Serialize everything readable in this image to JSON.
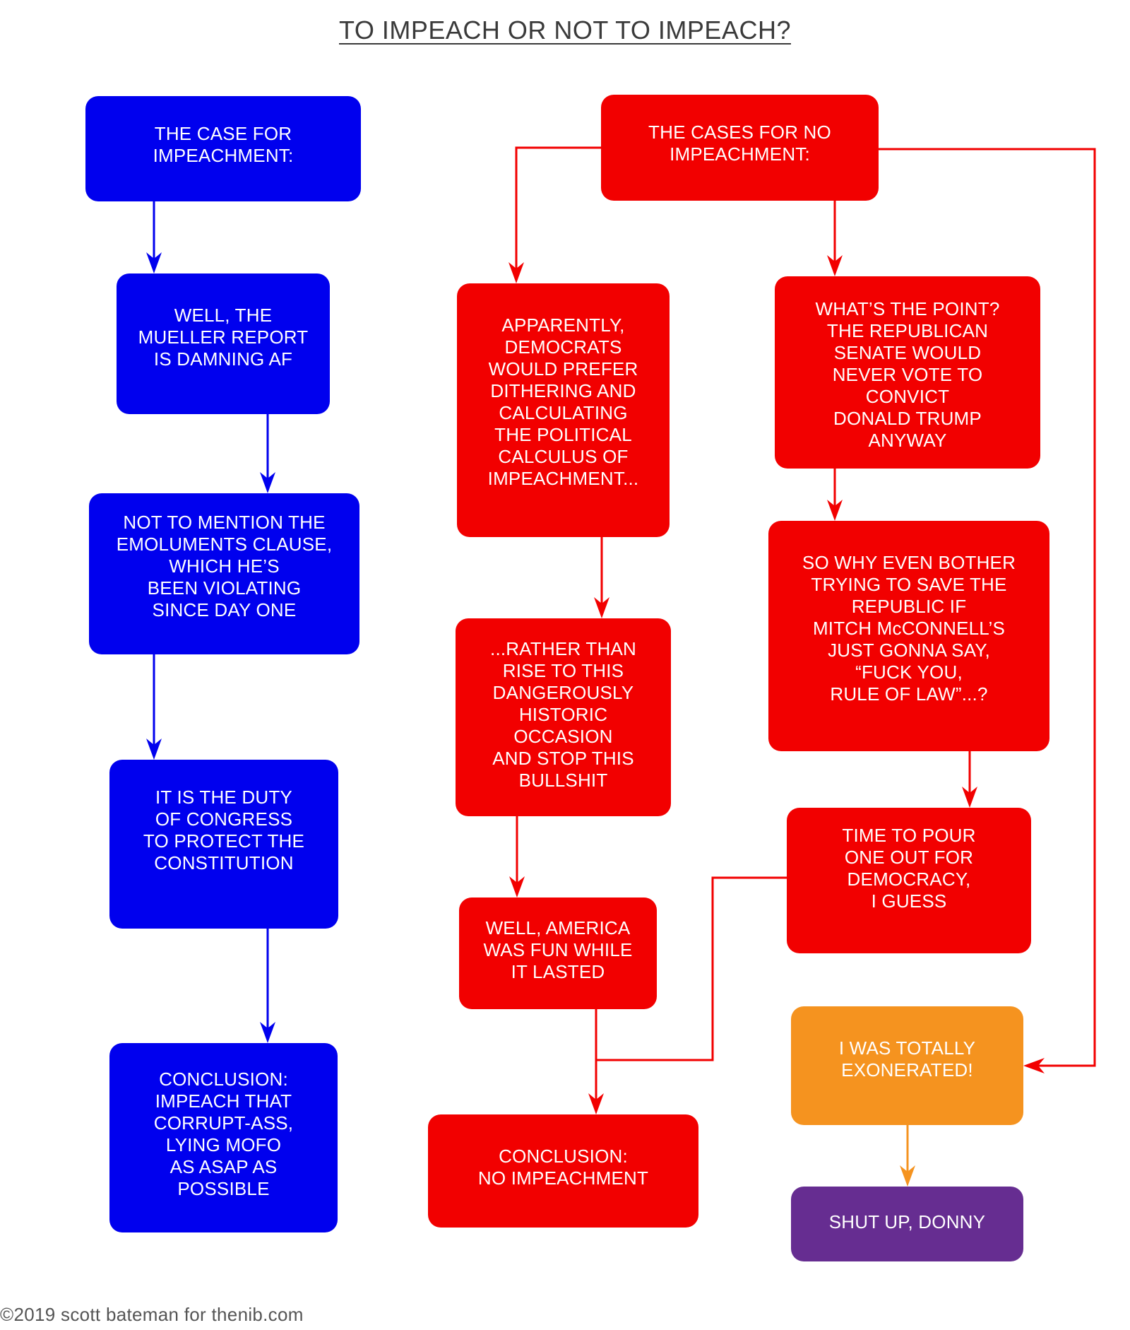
{
  "title": "TO IMPEACH OR NOT TO IMPEACH?",
  "credit": "©2019 scott bateman for thenib.com",
  "colors": {
    "for_impeachment": "#0000ee",
    "no_impeachment": "#f20000",
    "exonerated": "#f5931f",
    "shut_up": "#662d91",
    "text": "#ffffff"
  },
  "nodes": {
    "case_for": {
      "lines": [
        "THE CASE FOR",
        "IMPEACHMENT:"
      ]
    },
    "mueller": {
      "lines": [
        "WELL, THE",
        "MUELLER REPORT",
        "IS DAMNING AF"
      ]
    },
    "emoluments": {
      "lines": [
        "NOT TO MENTION THE",
        "EMOLUMENTS CLAUSE,",
        "WHICH HE’S",
        "BEEN VIOLATING",
        "SINCE DAY ONE"
      ]
    },
    "duty": {
      "lines": [
        "IT IS THE DUTY",
        "OF CONGRESS",
        "TO PROTECT THE",
        "CONSTITUTION"
      ]
    },
    "conclusion_for": {
      "lines": [
        "CONCLUSION:",
        "IMPEACH THAT",
        "CORRUPT-ASS,",
        "LYING MOFO",
        "AS ASAP AS",
        "POSSIBLE"
      ]
    },
    "cases_no": {
      "lines": [
        "THE CASES FOR NO",
        "IMPEACHMENT:"
      ]
    },
    "apparently": {
      "lines": [
        "APPARENTLY,",
        "DEMOCRATS",
        "WOULD PREFER",
        "DITHERING AND",
        "CALCULATING",
        "THE POLITICAL",
        "CALCULUS OF",
        "IMPEACHMENT..."
      ]
    },
    "rather_than": {
      "lines": [
        "...RATHER THAN",
        "RISE TO THIS",
        "DANGEROUSLY",
        "HISTORIC",
        "OCCASION",
        "AND STOP THIS",
        "BULLSHIT"
      ]
    },
    "america_fun": {
      "lines": [
        "WELL, AMERICA",
        "WAS FUN WHILE",
        "IT LASTED"
      ]
    },
    "conclusion_no": {
      "lines": [
        "CONCLUSION:",
        "NO IMPEACHMENT"
      ]
    },
    "whats_point": {
      "lines": [
        "WHAT’S THE POINT?",
        "THE REPUBLICAN",
        "SENATE WOULD",
        "NEVER VOTE TO",
        "CONVICT",
        "DONALD TRUMP",
        "ANYWAY"
      ]
    },
    "why_bother": {
      "lines": [
        "SO WHY EVEN BOTHER",
        "TRYING TO SAVE THE",
        "REPUBLIC IF",
        "MITCH McCONNELL’S",
        "JUST GONNA SAY,",
        "“FUCK YOU,",
        "RULE OF LAW”...?"
      ]
    },
    "pour_one_out": {
      "lines": [
        "TIME TO POUR",
        "ONE OUT FOR",
        "DEMOCRACY,",
        "I GUESS"
      ]
    },
    "exonerated": {
      "lines": [
        "I WAS TOTALLY",
        "EXONERATED!"
      ]
    },
    "shut_up": {
      "lines": [
        "SHUT UP, DONNY"
      ]
    }
  },
  "edges": [
    {
      "from": "case_for",
      "to": "mueller",
      "color_key": "for_impeachment"
    },
    {
      "from": "mueller",
      "to": "emoluments",
      "color_key": "for_impeachment"
    },
    {
      "from": "emoluments",
      "to": "duty",
      "color_key": "for_impeachment"
    },
    {
      "from": "duty",
      "to": "conclusion_for",
      "color_key": "for_impeachment"
    },
    {
      "from": "cases_no",
      "to": "apparently",
      "color_key": "no_impeachment"
    },
    {
      "from": "cases_no",
      "to": "whats_point",
      "color_key": "no_impeachment"
    },
    {
      "from": "cases_no",
      "to": "exonerated",
      "color_key": "no_impeachment"
    },
    {
      "from": "apparently",
      "to": "rather_than",
      "color_key": "no_impeachment"
    },
    {
      "from": "rather_than",
      "to": "america_fun",
      "color_key": "no_impeachment"
    },
    {
      "from": "america_fun",
      "to": "conclusion_no",
      "color_key": "no_impeachment"
    },
    {
      "from": "whats_point",
      "to": "why_bother",
      "color_key": "no_impeachment"
    },
    {
      "from": "why_bother",
      "to": "pour_one_out",
      "color_key": "no_impeachment"
    },
    {
      "from": "pour_one_out",
      "to": "conclusion_no",
      "color_key": "no_impeachment"
    },
    {
      "from": "exonerated",
      "to": "shut_up",
      "color_key": "exonerated"
    }
  ]
}
